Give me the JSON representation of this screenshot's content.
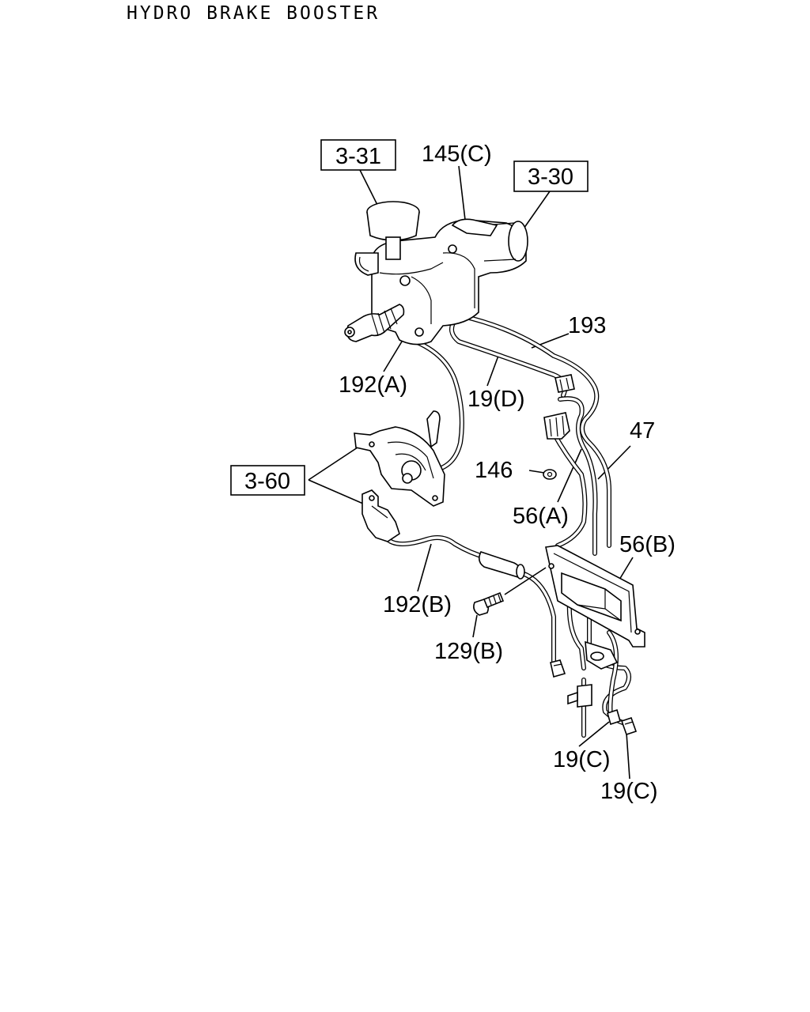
{
  "title": "HYDRO BRAKE BOOSTER",
  "refs": {
    "r331": "3-31",
    "r330": "3-30",
    "r360": "3-60"
  },
  "labels": {
    "l145c": "145(C)",
    "l193": "193",
    "l192a": "192(A)",
    "l19d": "19(D)",
    "l47": "47",
    "l146": "146",
    "l56a": "56(A)",
    "l56b": "56(B)",
    "l192b": "192(B)",
    "l129b": "129(B)",
    "l19c1": "19(C)",
    "l19c2": "19(C)"
  }
}
